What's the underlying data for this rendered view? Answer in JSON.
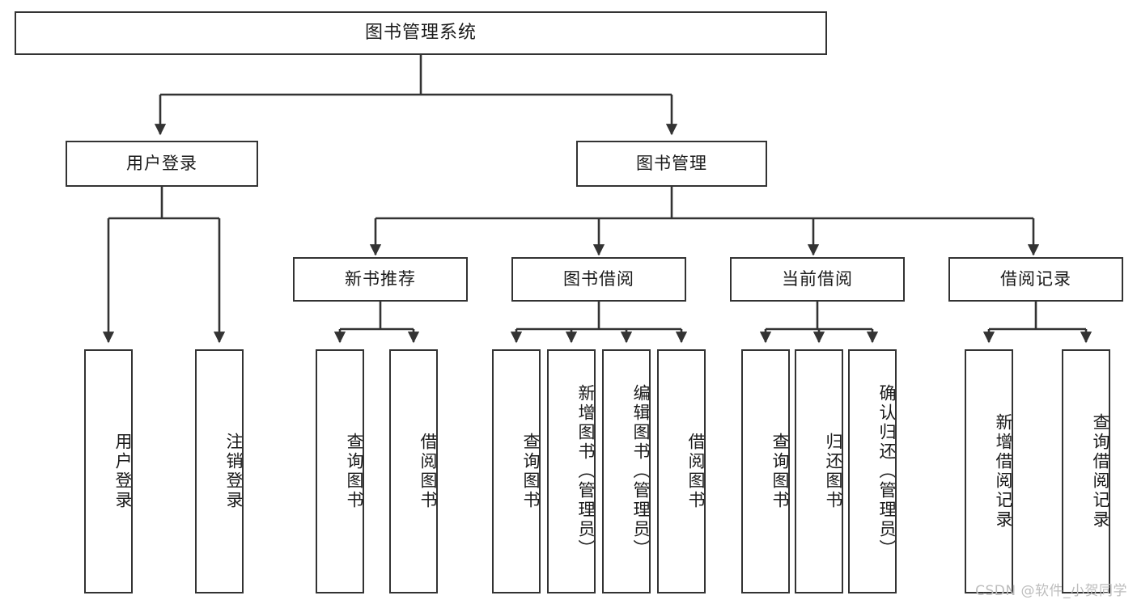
{
  "diagram": {
    "title": "图书管理系统",
    "watermark": "CSDN @软件_小贺同学",
    "stroke_color": "#333333",
    "background_color": "#ffffff",
    "levels": {
      "level1": [
        {
          "id": "root",
          "label": "图书管理系统"
        }
      ],
      "level2": [
        {
          "id": "user-login",
          "label": "用户登录"
        },
        {
          "id": "book-manage",
          "label": "图书管理"
        }
      ],
      "level3": [
        {
          "id": "new-book-recommend",
          "label": "新书推荐"
        },
        {
          "id": "book-borrow",
          "label": "图书借阅"
        },
        {
          "id": "current-borrow",
          "label": "当前借阅"
        },
        {
          "id": "borrow-record",
          "label": "借阅记录"
        }
      ],
      "level4": [
        {
          "id": "leaf-user-login",
          "label": "用户登录",
          "parent": "user-login"
        },
        {
          "id": "leaf-logout-login",
          "label": "注销登录",
          "parent": "user-login"
        },
        {
          "id": "leaf-query-book-1",
          "label": "查询图书",
          "parent": "new-book-recommend"
        },
        {
          "id": "leaf-borrow-book-1",
          "label": "借阅图书",
          "parent": "new-book-recommend"
        },
        {
          "id": "leaf-query-book-2",
          "label": "查询图书",
          "parent": "book-borrow"
        },
        {
          "id": "leaf-add-book",
          "label": "新增图书（管理员）",
          "parent": "book-borrow"
        },
        {
          "id": "leaf-edit-book",
          "label": "编辑图书（管理员）",
          "parent": "book-borrow"
        },
        {
          "id": "leaf-borrow-book-2",
          "label": "借阅图书",
          "parent": "book-borrow"
        },
        {
          "id": "leaf-query-book-3",
          "label": "查询图书",
          "parent": "current-borrow"
        },
        {
          "id": "leaf-return-book",
          "label": "归还图书",
          "parent": "current-borrow"
        },
        {
          "id": "leaf-confirm-return",
          "label": "确认归还（管理员）",
          "parent": "current-borrow"
        },
        {
          "id": "leaf-add-record",
          "label": "新增借阅记录",
          "parent": "borrow-record"
        },
        {
          "id": "leaf-query-record",
          "label": "查询借阅记录",
          "parent": "borrow-record"
        }
      ]
    }
  }
}
